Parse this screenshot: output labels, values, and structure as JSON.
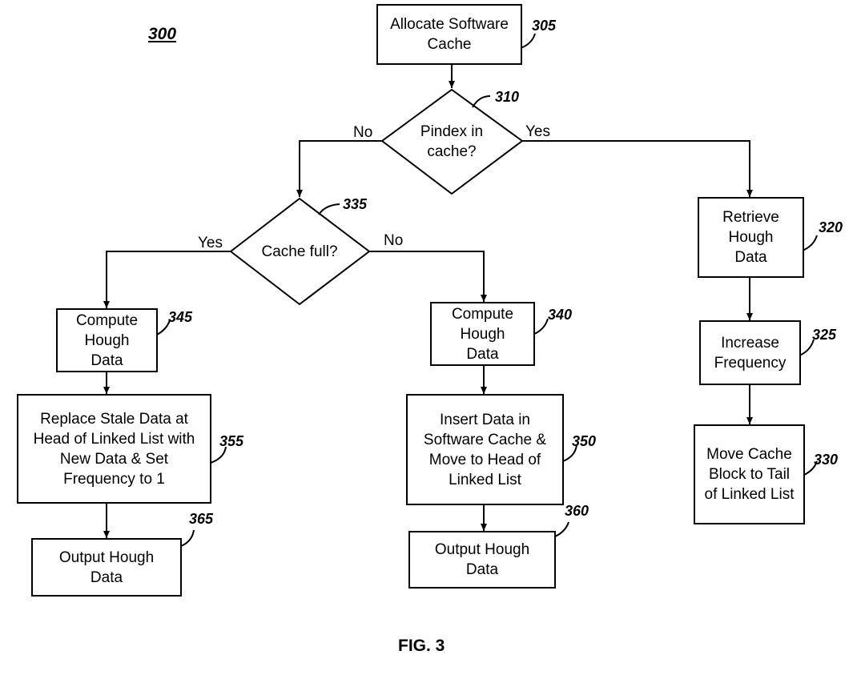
{
  "figure_number": "300",
  "caption": "FIG. 3",
  "nodes": {
    "n305": {
      "text": "Allocate Software Cache",
      "ref": "305"
    },
    "n310": {
      "text": "Pindex in cache?",
      "ref": "310"
    },
    "n335": {
      "text": "Cache full?",
      "ref": "335"
    },
    "n320": {
      "text": "Retrieve Hough Data",
      "ref": "320"
    },
    "n325": {
      "text": "Increase Frequency",
      "ref": "325"
    },
    "n330": {
      "text": "Move Cache Block to Tail of Linked List",
      "ref": "330"
    },
    "n345": {
      "text": "Compute Hough Data",
      "ref": "345"
    },
    "n340": {
      "text": "Compute Hough Data",
      "ref": "340"
    },
    "n355": {
      "text": "Replace Stale Data at Head of Linked List with New Data & Set Frequency to 1",
      "ref": "355"
    },
    "n350": {
      "text": "Insert Data in Software Cache & Move to Head of Linked List",
      "ref": "350"
    },
    "n365": {
      "text": "Output Hough Data",
      "ref": "365"
    },
    "n360": {
      "text": "Output Hough Data",
      "ref": "360"
    }
  },
  "edge_labels": {
    "n310_no": "No",
    "n310_yes": "Yes",
    "n335_yes": "Yes",
    "n335_no": "No"
  }
}
